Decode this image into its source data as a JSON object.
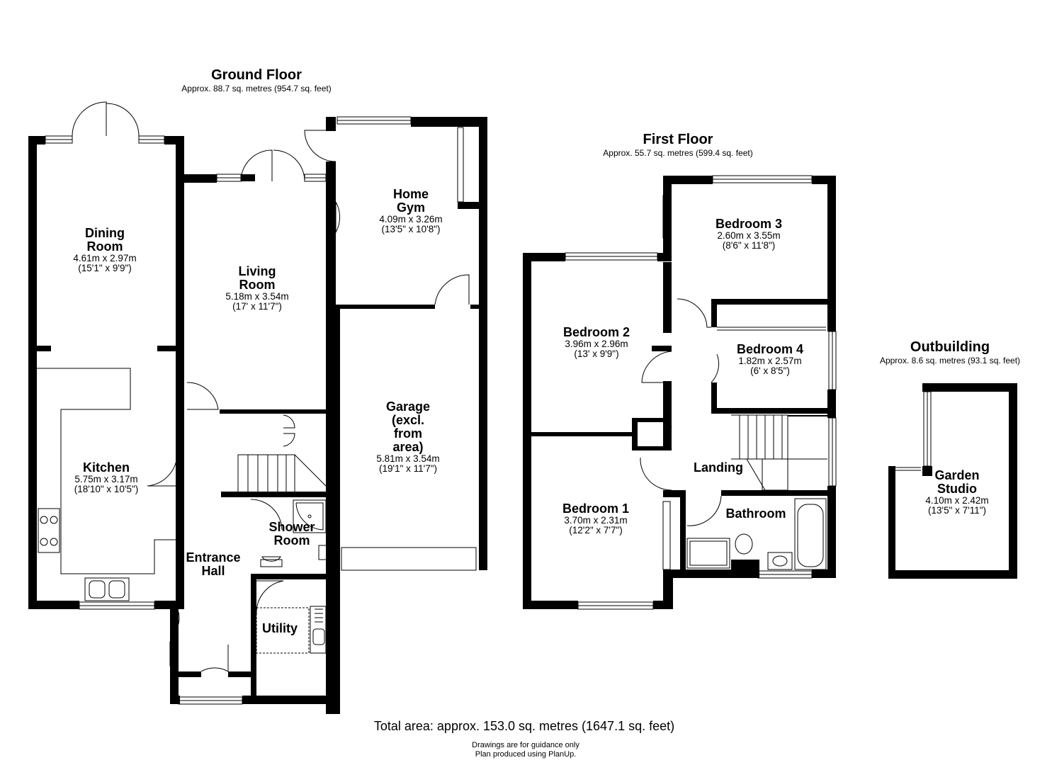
{
  "floors": {
    "ground": {
      "title": "Ground Floor",
      "area": "Approx. 88.7 sq. metres (954.7 sq. feet)"
    },
    "first": {
      "title": "First Floor",
      "area": "Approx. 55.7 sq. metres (599.4 sq. feet)"
    },
    "outbuilding": {
      "title": "Outbuilding",
      "area": "Approx. 8.6 sq. metres (93.1 sq. feet)"
    }
  },
  "rooms": {
    "dining": {
      "name1": "Dining",
      "name2": "Room",
      "metric": "4.61m x 2.97m",
      "imperial": "(15'1\" x 9'9\")"
    },
    "living": {
      "name1": "Living",
      "name2": "Room",
      "metric": "5.18m x 3.54m",
      "imperial": "(17' x 11'7\")"
    },
    "gym": {
      "name1": "Home",
      "name2": "Gym",
      "metric": "4.09m x 3.26m",
      "imperial": "(13'5\" x 10'8\")"
    },
    "kitchen": {
      "name": "Kitchen",
      "metric": "5.75m x 3.17m",
      "imperial": "(18'10\" x 10'5\")"
    },
    "garage": {
      "name1": "Garage",
      "name2": "(excl.",
      "name3": "from",
      "name4": "area)",
      "metric": "5.81m x 3.54m",
      "imperial": "(19'1\" x 11'7\")"
    },
    "shower": {
      "name1": "Shower",
      "name2": "Room"
    },
    "hall": {
      "name1": "Entrance",
      "name2": "Hall"
    },
    "utility": {
      "name": "Utility"
    },
    "bedroom3": {
      "name": "Bedroom 3",
      "metric": "2.60m x 3.55m",
      "imperial": "(8'6\" x 11'8\")"
    },
    "bedroom2": {
      "name": "Bedroom 2",
      "metric": "3.96m x 2.96m",
      "imperial": "(13' x 9'9\")"
    },
    "bedroom4": {
      "name": "Bedroom 4",
      "metric": "1.82m x 2.57m",
      "imperial": "(6' x 8'5\")"
    },
    "landing": {
      "name": "Landing"
    },
    "bedroom1": {
      "name": "Bedroom 1",
      "metric": "3.70m x 2.31m",
      "imperial": "(12'2\" x 7'7\")"
    },
    "bathroom": {
      "name": "Bathroom"
    },
    "studio": {
      "name1": "Garden",
      "name2": "Studio",
      "metric": "4.10m x 2.42m",
      "imperial": "(13'5\" x 7'11\")"
    }
  },
  "footer": {
    "total": "Total area: approx. 153.0 sq. metres (1647.1 sq. feet)",
    "note1": "Drawings are for guidance only",
    "note2": "Plan produced using PlanUp."
  }
}
